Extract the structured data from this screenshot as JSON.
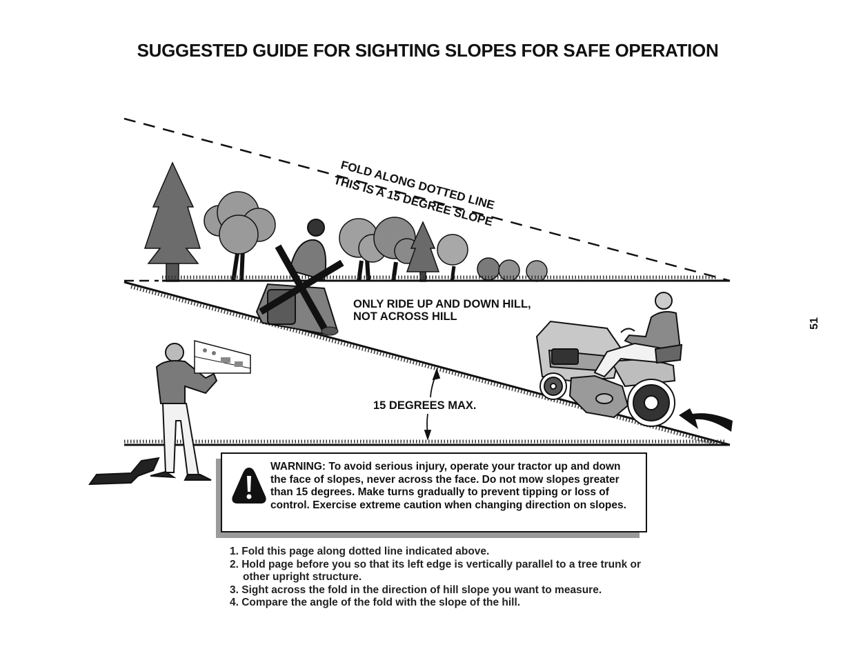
{
  "title": "SUGGESTED GUIDE FOR SIGHTING SLOPES FOR SAFE OPERATION",
  "page_number": "51",
  "diagram": {
    "fold_label": "FOLD ALONG DOTTED LINE",
    "slope_label": "THIS IS A 15 DEGREE SLOPE",
    "ride_instruction": "ONLY RIDE UP AND DOWN HILL,\nNOT ACROSS HILL",
    "angle_label": "15 DEGREES MAX."
  },
  "warning": {
    "icon": "warning-triangle-icon",
    "text": "WARNING: To avoid serious injury, operate your tractor up and down the face of slopes, never across the face. Do not mow slopes greater than 15 degrees. Make turns gradually to prevent tipping or loss of control. Exercise extreme caution when changing direction on slopes."
  },
  "steps": [
    "1. Fold this page along dotted line indicated above.",
    "2. Hold page before you so that its left edge is vertically parallel to a tree trunk or other upright structure.",
    "3. Sight across the fold in the direction of hill slope you want to measure.",
    "4. Compare the angle of the fold with the slope of the hill."
  ]
}
